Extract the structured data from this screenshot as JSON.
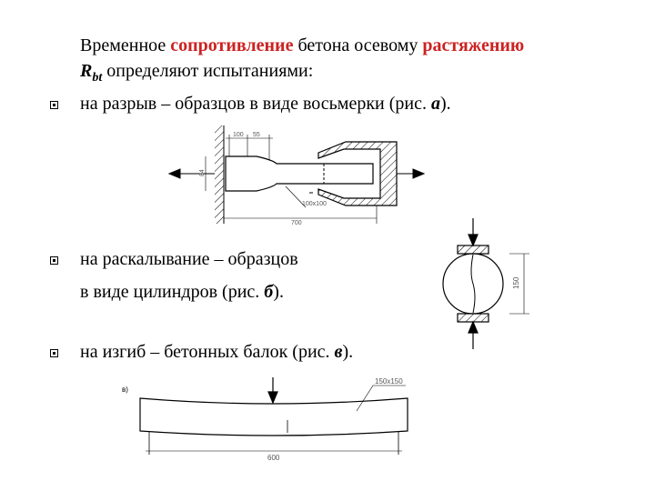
{
  "intro": {
    "part1": "Временное ",
    "highlight1": "сопротивление",
    "part2": " бетона осевому ",
    "highlight2": "растяжению",
    "symbol_main": "R",
    "symbol_sub": "bt",
    "part3": " определяют испытаниями:",
    "highlight_color": "#cc2222"
  },
  "bullets": [
    {
      "text": "на разрыв – образцов в виде восьмерки (рис. ",
      "fig": "а",
      "end": ")."
    },
    {
      "text_line1": "на раскалывание – образцов",
      "text_line2": "в виде цилиндров (рис. ",
      "fig": "б",
      "end": ")."
    },
    {
      "text": "на изгиб – бетонных балок (рис. ",
      "fig": "в",
      "end": ")."
    }
  ],
  "figure_a": {
    "dims": [
      "100",
      "55",
      "84",
      "100x100",
      "700"
    ]
  },
  "figure_b": {
    "dims": [
      "150"
    ]
  },
  "figure_c": {
    "label": "в)",
    "dims": [
      "150x150",
      "600"
    ]
  }
}
